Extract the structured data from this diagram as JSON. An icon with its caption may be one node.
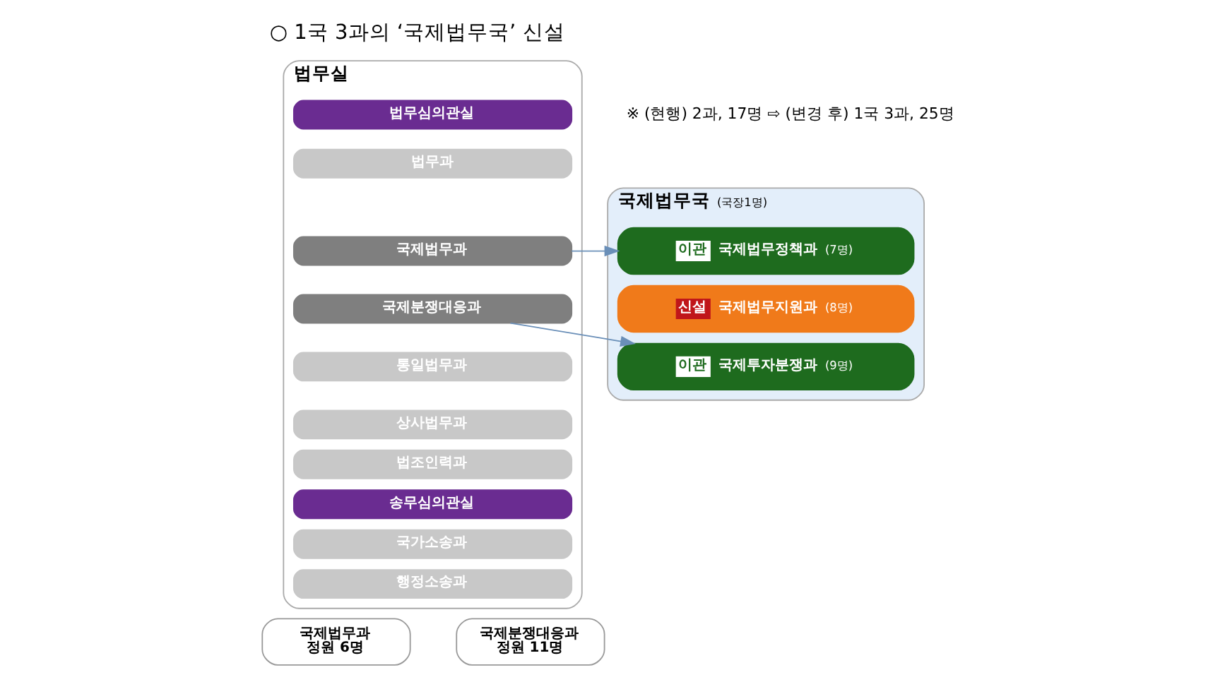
{
  "diagram": {
    "title": "○ 1국 3과의 ‘국제법무국’ 신설",
    "nodes": [
      {
        "text": [
          "법무실"
        ]
      },
      {
        "text": [
          "법무심의관실"
        ],
        "in": 0
      },
      {
        "text": [
          "법무과"
        ],
        "in": 0
      },
      {
        "text": [
          "국제법무과"
        ],
        "in": 0
      },
      {
        "text": [
          "국제분쟁대응과"
        ],
        "in": 0
      },
      {
        "text": [
          "통일법무과"
        ],
        "in": 0
      },
      {
        "text": [
          "상사법무과"
        ],
        "in": 0
      },
      {
        "text": [
          "법조인력과"
        ],
        "in": 0
      },
      {
        "text": [
          "송무심의관실"
        ],
        "in": 0
      },
      {
        "text": [
          "국가소송과"
        ],
        "in": 0
      },
      {
        "text": [
          "행정소송과"
        ],
        "in": 0
      },
      {
        "text": [
          "국제법무국"
        ],
        "beside": [
          "(국장1명)"
        ]
      },
      {
        "text": [
          "이관",
          "국제법무정책과",
          "(7명)"
        ],
        "in": 11
      },
      {
        "text": [
          "신설",
          "국제법무지원과",
          "(8명)"
        ],
        "in": 11
      },
      {
        "text": [
          "이관",
          "국제투자분쟁과",
          "(9명)"
        ],
        "in": 11
      },
      {
        "text": [
          "국제법무과",
          "정원 6명"
        ]
      },
      {
        "text": [
          "국제분쟁대응과",
          "정원 11명"
        ]
      }
    ],
    "edges": [
      {
        "from": 3,
        "to": 12,
        "arrow": "to"
      },
      {
        "from": 4,
        "to": 14,
        "arrow": "to"
      }
    ],
    "labels": [
      "※ (현행) 2과, 17명 ⇨ (변경 후) 1국 3과, 25명"
    ]
  }
}
